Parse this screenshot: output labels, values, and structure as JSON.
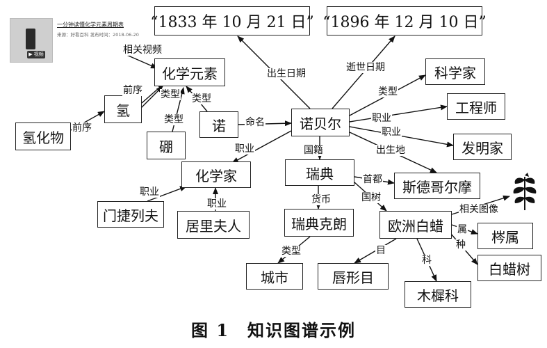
{
  "nodes": {
    "date_birth": "“1833 年 10 月 21 日”",
    "date_death": "“1896 年 12 月 10 日”",
    "chemical_element": "化学元素",
    "scientist": "科学家",
    "hydrogen": "氢",
    "engineer": "工程师",
    "hydride": "氢化物",
    "nobelium": "诺",
    "nobel": "诺贝尔",
    "inventor": "发明家",
    "boron": "硼",
    "chemist": "化学家",
    "sweden": "瑞典",
    "stockholm": "斯德哥尔摩",
    "mendeleev": "门捷列夫",
    "curie": "居里夫人",
    "krona": "瑞典克朗",
    "ash": "欧洲白蜡",
    "fraxinus": "梣属",
    "white_wax_tree": "白蜡树",
    "city": "城市",
    "lamiales": "唇形目",
    "oleaceae": "木樨科"
  },
  "edge_labels": {
    "related_video": "相关视频",
    "precedes_1": "前序",
    "type_1": "类型",
    "type_2": "类型",
    "precedes_2": "前序",
    "type_3": "类型",
    "birth_date": "出生日期",
    "death_date": "逝世日期",
    "type_4": "类型",
    "named": "命名",
    "occupation_1": "职业",
    "occupation_2": "职业",
    "occupation_3": "职业",
    "birthplace": "出生地",
    "nationality": "国籍",
    "capital": "首都",
    "national_tree": "国树",
    "currency": "货币",
    "occupation_4": "职业",
    "occupation_5": "职业",
    "related_image": "相关图像",
    "genus": "属",
    "species": "种",
    "type_5": "类型",
    "order": "目",
    "family": "科"
  },
  "video": {
    "title": "一分钟读懂化学元素周期表",
    "meta": "来源：好看百科   发布时间：2018-06-20",
    "badge": "▶ 视频"
  },
  "caption": {
    "figure_no": "图 1",
    "title": "知识图谱示例"
  }
}
